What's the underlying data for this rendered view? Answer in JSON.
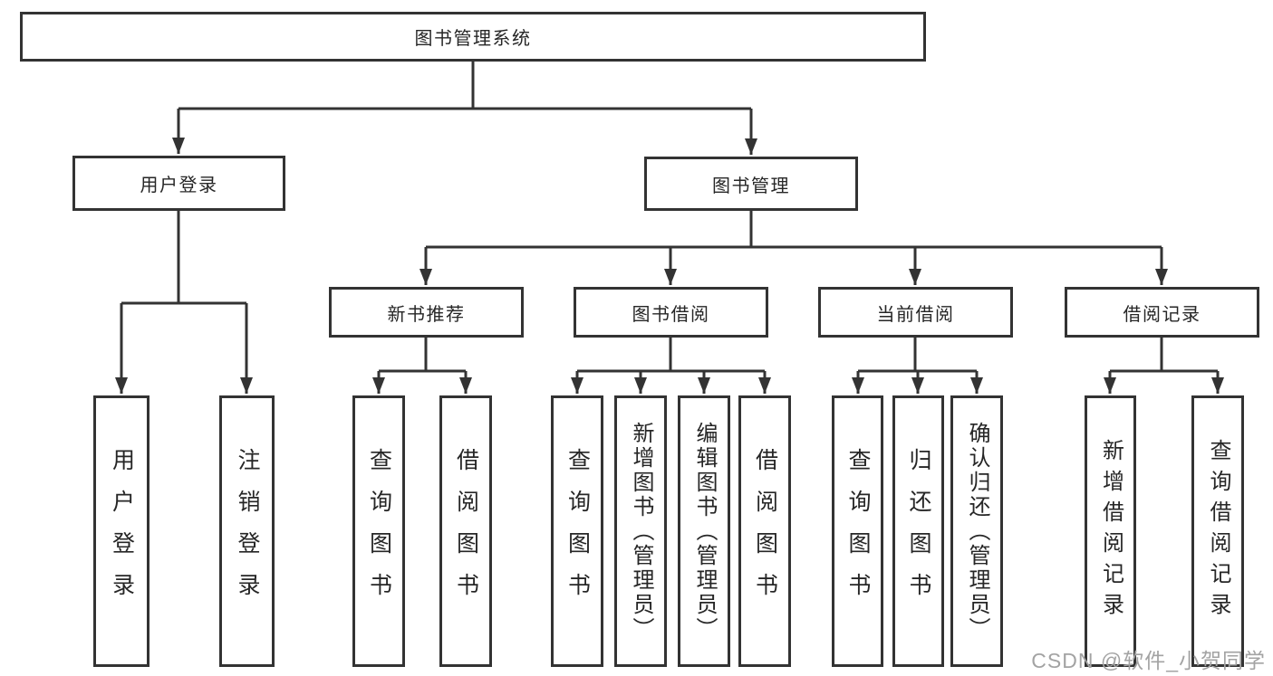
{
  "diagram": {
    "root": "图书管理系统",
    "level2": [
      {
        "label": "用户登录",
        "children": [
          "用户登录",
          "注销登录"
        ]
      },
      {
        "label": "图书管理",
        "children": [
          {
            "label": "新书推荐",
            "children": [
              "查询图书",
              "借阅图书"
            ]
          },
          {
            "label": "图书借阅",
            "children": [
              "查询图书",
              "新增图书（管理员）",
              "编辑图书（管理员）",
              "借阅图书"
            ]
          },
          {
            "label": "当前借阅",
            "children": [
              "查询图书",
              "归还图书",
              "确认归还（管理员）"
            ]
          },
          {
            "label": "借阅记录",
            "children": [
              "新增借阅记录",
              "查询借阅记录"
            ]
          }
        ]
      }
    ]
  },
  "watermark": {
    "text": "CSDN @软件_小贺同学"
  },
  "colors": {
    "line": "#333333",
    "text": "#262626",
    "background": "#ffffff",
    "watermark": "#a3a3a3"
  }
}
